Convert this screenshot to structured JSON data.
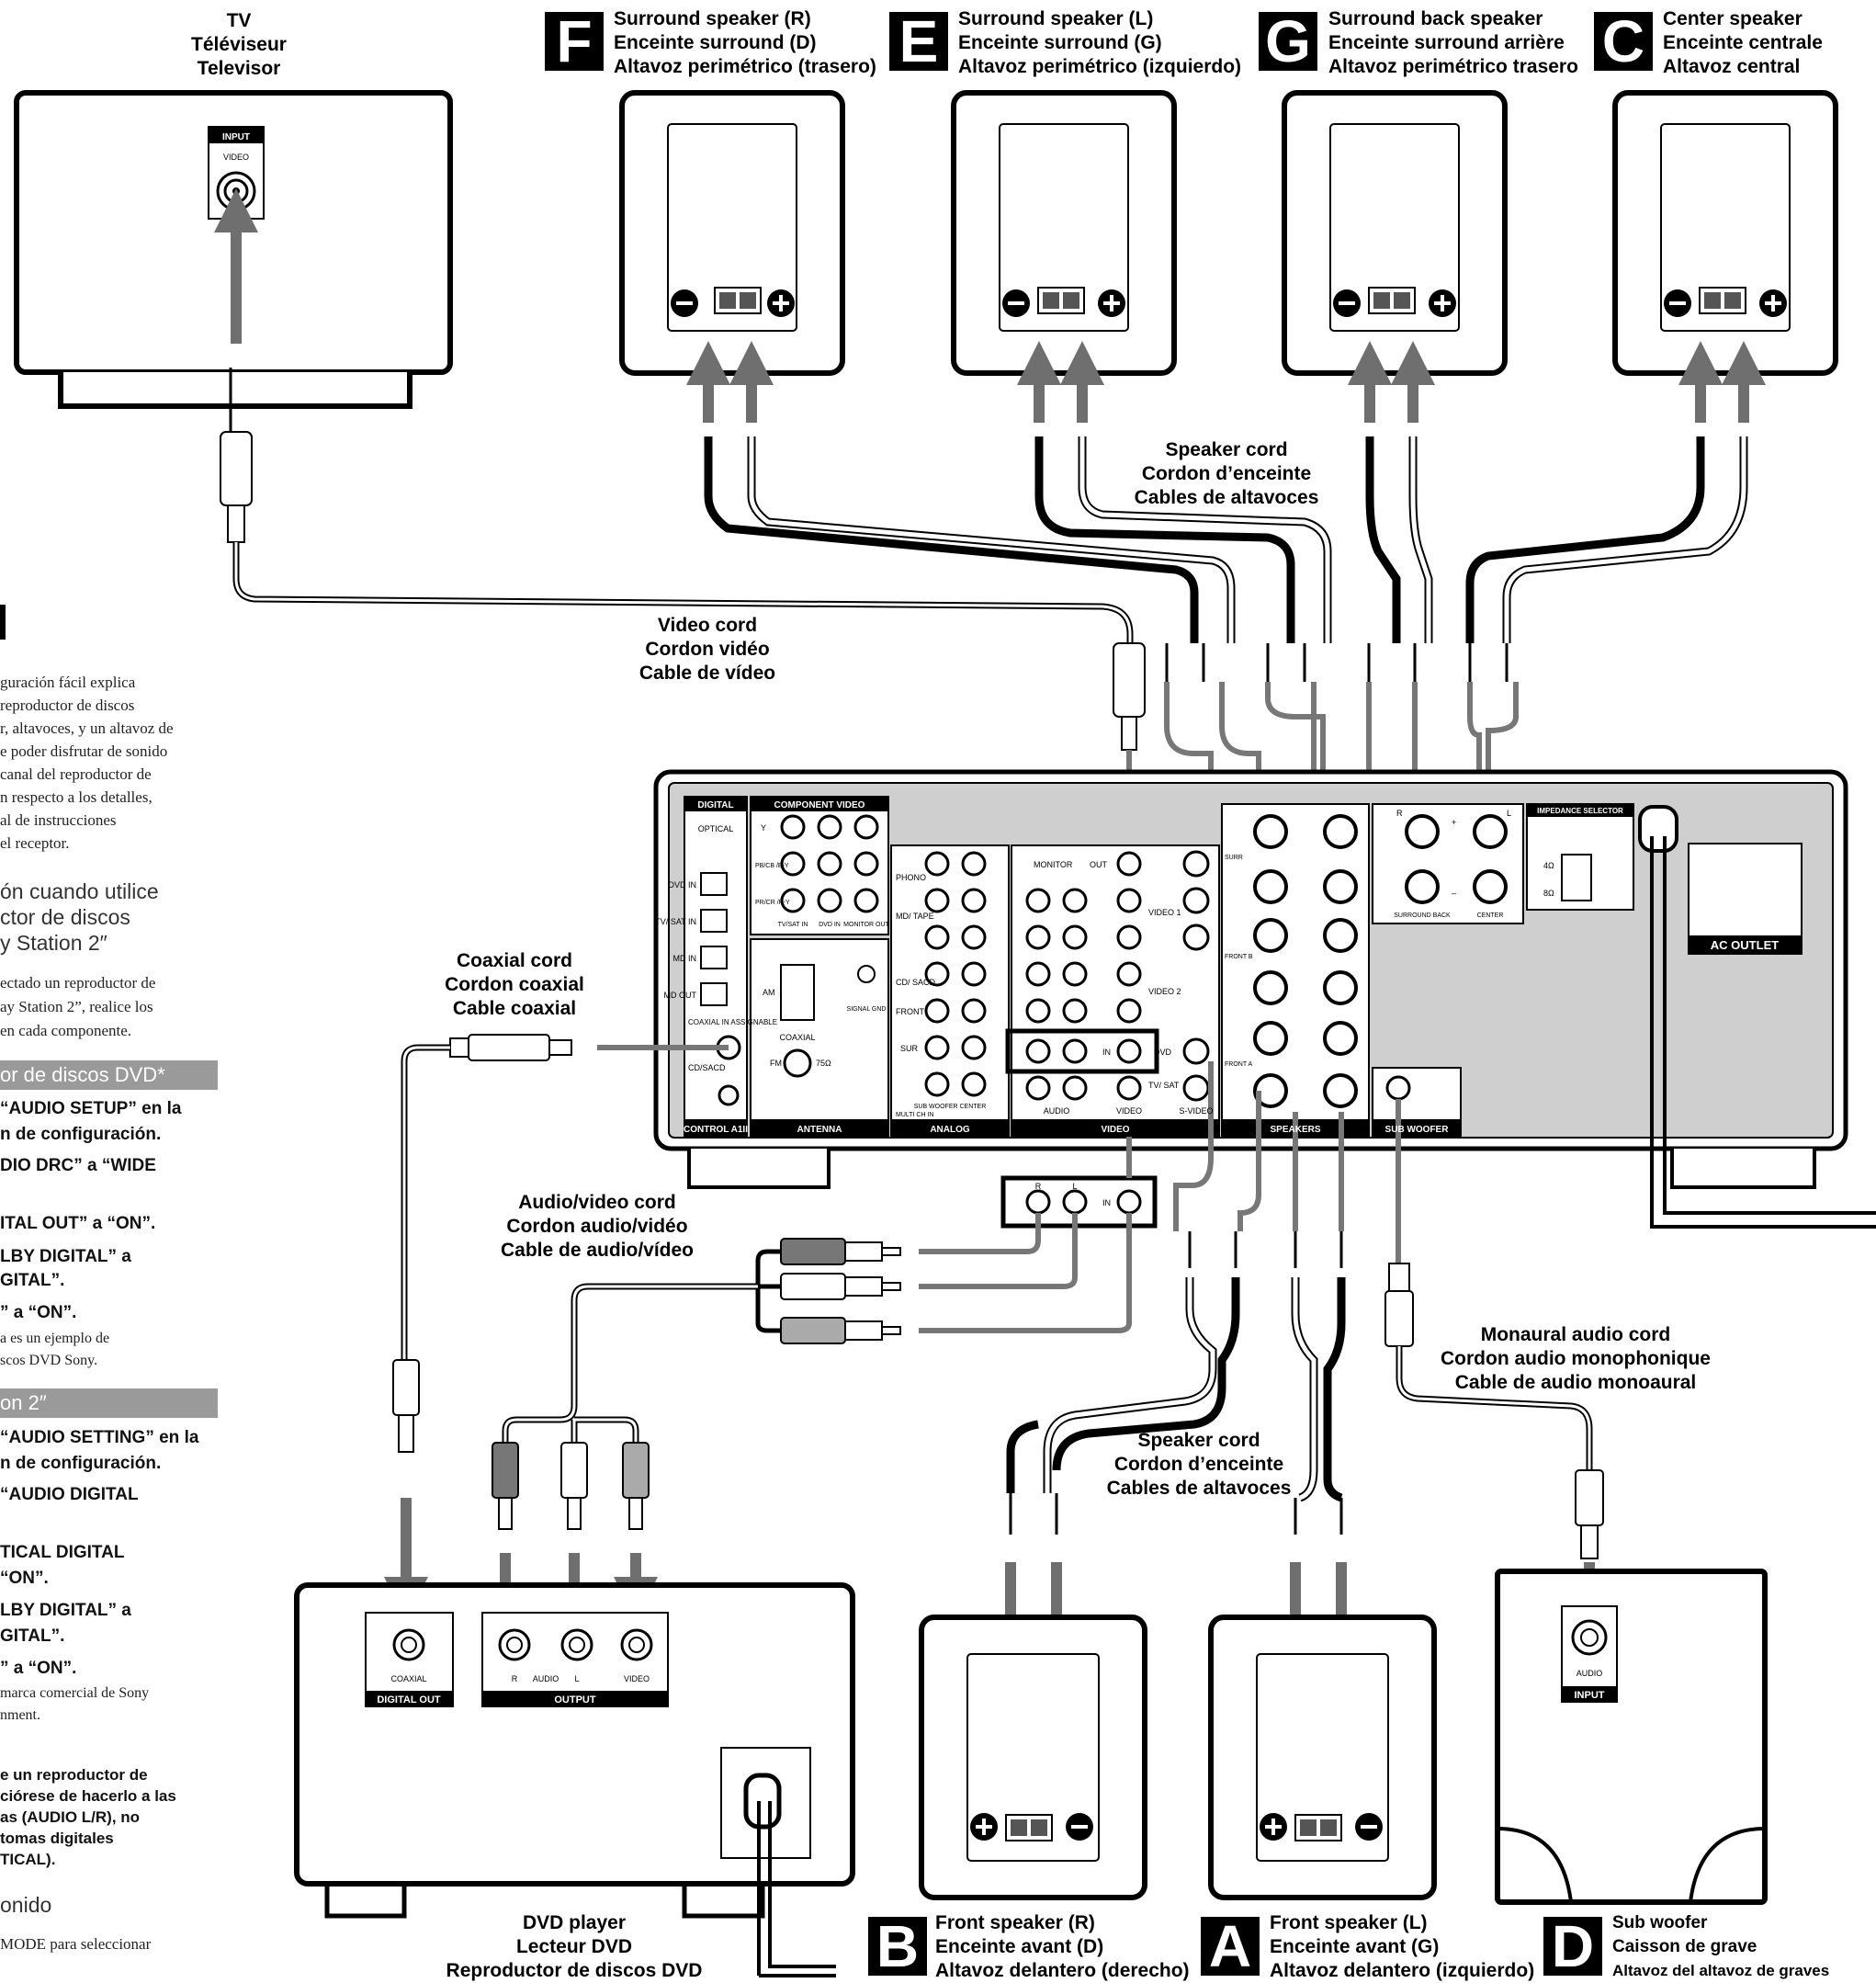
{
  "components": {
    "tv": {
      "title": [
        "TV",
        "Téléviseur",
        "Televisor"
      ],
      "input_header": "INPUT",
      "input_label": "VIDEO"
    },
    "dvd": {
      "title": [
        "DVD player",
        "Lecteur DVD",
        "Reproductor de discos DVD"
      ],
      "digital_out_header": "DIGITAL OUT",
      "coaxial": "COAXIAL",
      "output_header": "OUTPUT",
      "out_r": "R",
      "out_audio": "AUDIO",
      "out_l": "L",
      "out_video": "VIDEO"
    },
    "subwoofer": {
      "letter": "D",
      "title": [
        "Sub woofer",
        "Caisson de grave",
        "Altavoz del altavoz de graves"
      ],
      "input_header": "INPUT",
      "input_label": "AUDIO"
    }
  },
  "speakers": [
    {
      "letter": "F",
      "lines": [
        "Surround speaker (R)",
        "Enceinte surround (D)",
        "Altavoz perimétrico (trasero)"
      ]
    },
    {
      "letter": "E",
      "lines": [
        "Surround speaker (L)",
        "Enceinte surround (G)",
        "Altavoz perimétrico (izquierdo)"
      ]
    },
    {
      "letter": "G",
      "lines": [
        "Surround back speaker",
        "Enceinte surround arrière",
        "Altavoz perimétrico trasero"
      ]
    },
    {
      "letter": "C",
      "lines": [
        "Center speaker",
        "Enceinte centrale",
        "Altavoz central"
      ]
    },
    {
      "letter": "B",
      "lines": [
        "Front speaker (R)",
        "Enceinte avant (D)",
        "Altavoz delantero (derecho)"
      ]
    },
    {
      "letter": "A",
      "lines": [
        "Front speaker (L)",
        "Enceinte avant (G)",
        "Altavoz delantero (izquierdo)"
      ]
    }
  ],
  "cords": {
    "speaker_top": [
      "Speaker cord",
      "Cordon d’enceinte",
      "Cables de altavoces"
    ],
    "speaker_bottom": [
      "Speaker cord",
      "Cordon d’enceinte",
      "Cables de altavoces"
    ],
    "video": [
      "Video cord",
      "Cordon vidéo",
      "Cable de vídeo"
    ],
    "coaxial": [
      "Coaxial cord",
      "Cordon coaxial",
      "Cable coaxial"
    ],
    "audio_video": [
      "Audio/video cord",
      "Cordon audio/vidéo",
      "Cable de audio/vídeo"
    ],
    "monaural": [
      "Monaural audio cord",
      "Cordon audio monophonique",
      "Cable de audio monoaural"
    ]
  },
  "receiver": {
    "digital": "DIGITAL",
    "component_video": "COMPONENT VIDEO",
    "optical": "OPTICAL",
    "dvd_in": "DVD IN",
    "tvsat_in": "TV/ SAT IN",
    "md_in": "MD IN",
    "md_out": "MD OUT",
    "coaxial_in": "COAXIAL IN ASSIGNABLE",
    "cd_sacd": "CD/SACD",
    "control": "CONTROL A1II",
    "antenna": "ANTENNA",
    "analog": "ANALOG",
    "video": "VIDEO",
    "speakers": "SPEAKERS",
    "sub_woofer": "SUB WOOFER",
    "impedance_selector": "IMPEDANCE SELECTOR",
    "ac_outlet": "AC OUTLET",
    "monitor": "MONITOR",
    "out": "OUT",
    "in": "IN",
    "video1": "VIDEO 1",
    "video2": "VIDEO 2",
    "dvd": "DVD",
    "tv_sat": "TV/ SAT",
    "audio": "AUDIO",
    "s_video": "S-VIDEO",
    "phono": "PHONO",
    "md_tape": "MD/ TAPE",
    "cd_sacd2": "CD/ SACD",
    "front": "FRONT",
    "sur": "SUR",
    "sub_woofer_center": "SUB WOOFER  CENTER",
    "multi_ch_in": "MULTI CH IN",
    "surround_back": "SURROUND BACK",
    "center": "CENTER",
    "surr": "SURR",
    "front_a": "FRONT A",
    "front_b": "FRONT B",
    "am": "AM",
    "fm": "FM",
    "ohm75": "75Ω",
    "coaxial_ant": "COAXIAL",
    "signal_gnd": "SIGNAL GND",
    "y": "Y",
    "pb": "PB/CB /B-Y",
    "pr": "PR/CR /R-Y",
    "tvsat_in2": "TV/SAT IN",
    "dvd_in2": "DVD IN",
    "monitor_out": "MONITOR OUT",
    "ohm4": "4Ω",
    "ohm8": "8Ω",
    "r": "R",
    "l": "L",
    "plus": "+",
    "minus": "–"
  },
  "sidebar": {
    "line1": "guración fácil explica",
    "line2": "reproductor de discos",
    "line3": "r, altavoces, y un altavoz de",
    "line4": "e poder disfrutar de sonido",
    "line5": "canal del reproductor de",
    "line6": "n respecto a los detalles,",
    "line7": "al de instrucciones",
    "line8": "el receptor.",
    "head1": "ón cuando utilice",
    "head2": "ctor de discos",
    "head3": "y Station 2″",
    "p2_1": "ectado un reproductor de",
    "p2_2": "ay Station 2”, realice los",
    "p2_3": "en cada componente.",
    "bar1": "or de discos DVD*",
    "b1": "“AUDIO SETUP” en la",
    "b2": "n de configuración.",
    "b3": "DIO DRC” a “WIDE",
    "b4": "ITAL OUT” a “ON”.",
    "b5": "LBY DIGITAL” a",
    "b6": "GITAL”.",
    "b7": "” a “ON”.",
    "n1": "a es un ejemplo de",
    "n2": "scos DVD Sony.",
    "bar2": "on 2″",
    "c1": "“AUDIO SETTING” en la",
    "c2": "n de configuración.",
    "c3": "“AUDIO DIGITAL",
    "c4": "TICAL DIGITAL",
    "c5": "“ON”.",
    "c6": "LBY DIGITAL” a",
    "c7": "GITAL”.",
    "c8": "” a “ON”.",
    "n3": "marca comercial de Sony",
    "n4": "nment.",
    "w1": "e un reproductor de",
    "w2": "ciórese de hacerlo a las",
    "w3": "as (AUDIO L/R), no",
    "w4": "tomas digitales",
    "w5": "TICAL).",
    "head4": "onido",
    "last": "MODE para seleccionar"
  }
}
